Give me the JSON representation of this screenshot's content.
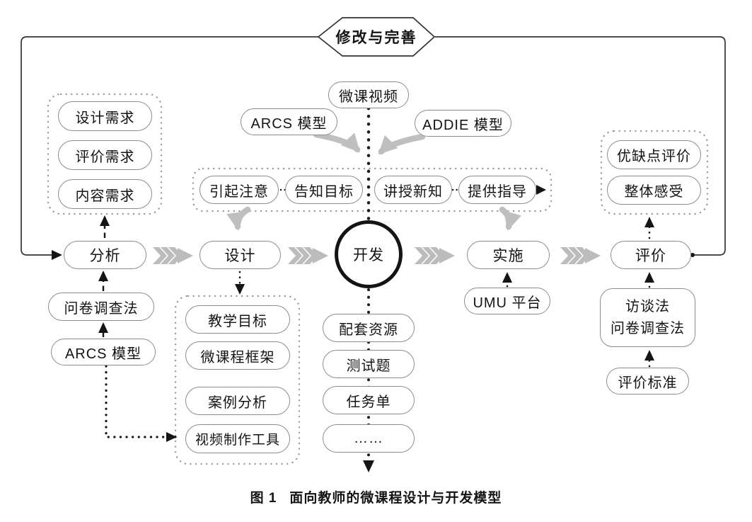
{
  "feedback": {
    "label": "修改与完善"
  },
  "stages": {
    "analyze": "分析",
    "design": "设计",
    "develop": "开发",
    "implement": "实施",
    "evaluate": "评价"
  },
  "needs": [
    "设计需求",
    "评价需求",
    "内容需求"
  ],
  "top": {
    "video": "微课视频",
    "arcs": "ARCS 模型",
    "addie": "ADDIE 模型"
  },
  "events": [
    "引起注意",
    "告知目标",
    "讲授新知",
    "提供指导"
  ],
  "analysis_methods": [
    "问卷调查法",
    "ARCS 模型"
  ],
  "design_outputs": [
    "教学目标",
    "微课程框架",
    "案例分析",
    "视频制作工具"
  ],
  "develop_outputs": [
    "配套资源",
    "测试题",
    "任务单",
    "……"
  ],
  "implement": {
    "platform": "UMU 平台"
  },
  "evaluate": {
    "aspects": [
      "优缺点评价",
      "整体感受"
    ],
    "methods": [
      "访谈法",
      "问卷调查法"
    ],
    "standard": "评价标准"
  },
  "caption": {
    "fig": "图 1",
    "title": "面向教师的微课程设计与开发模型"
  }
}
